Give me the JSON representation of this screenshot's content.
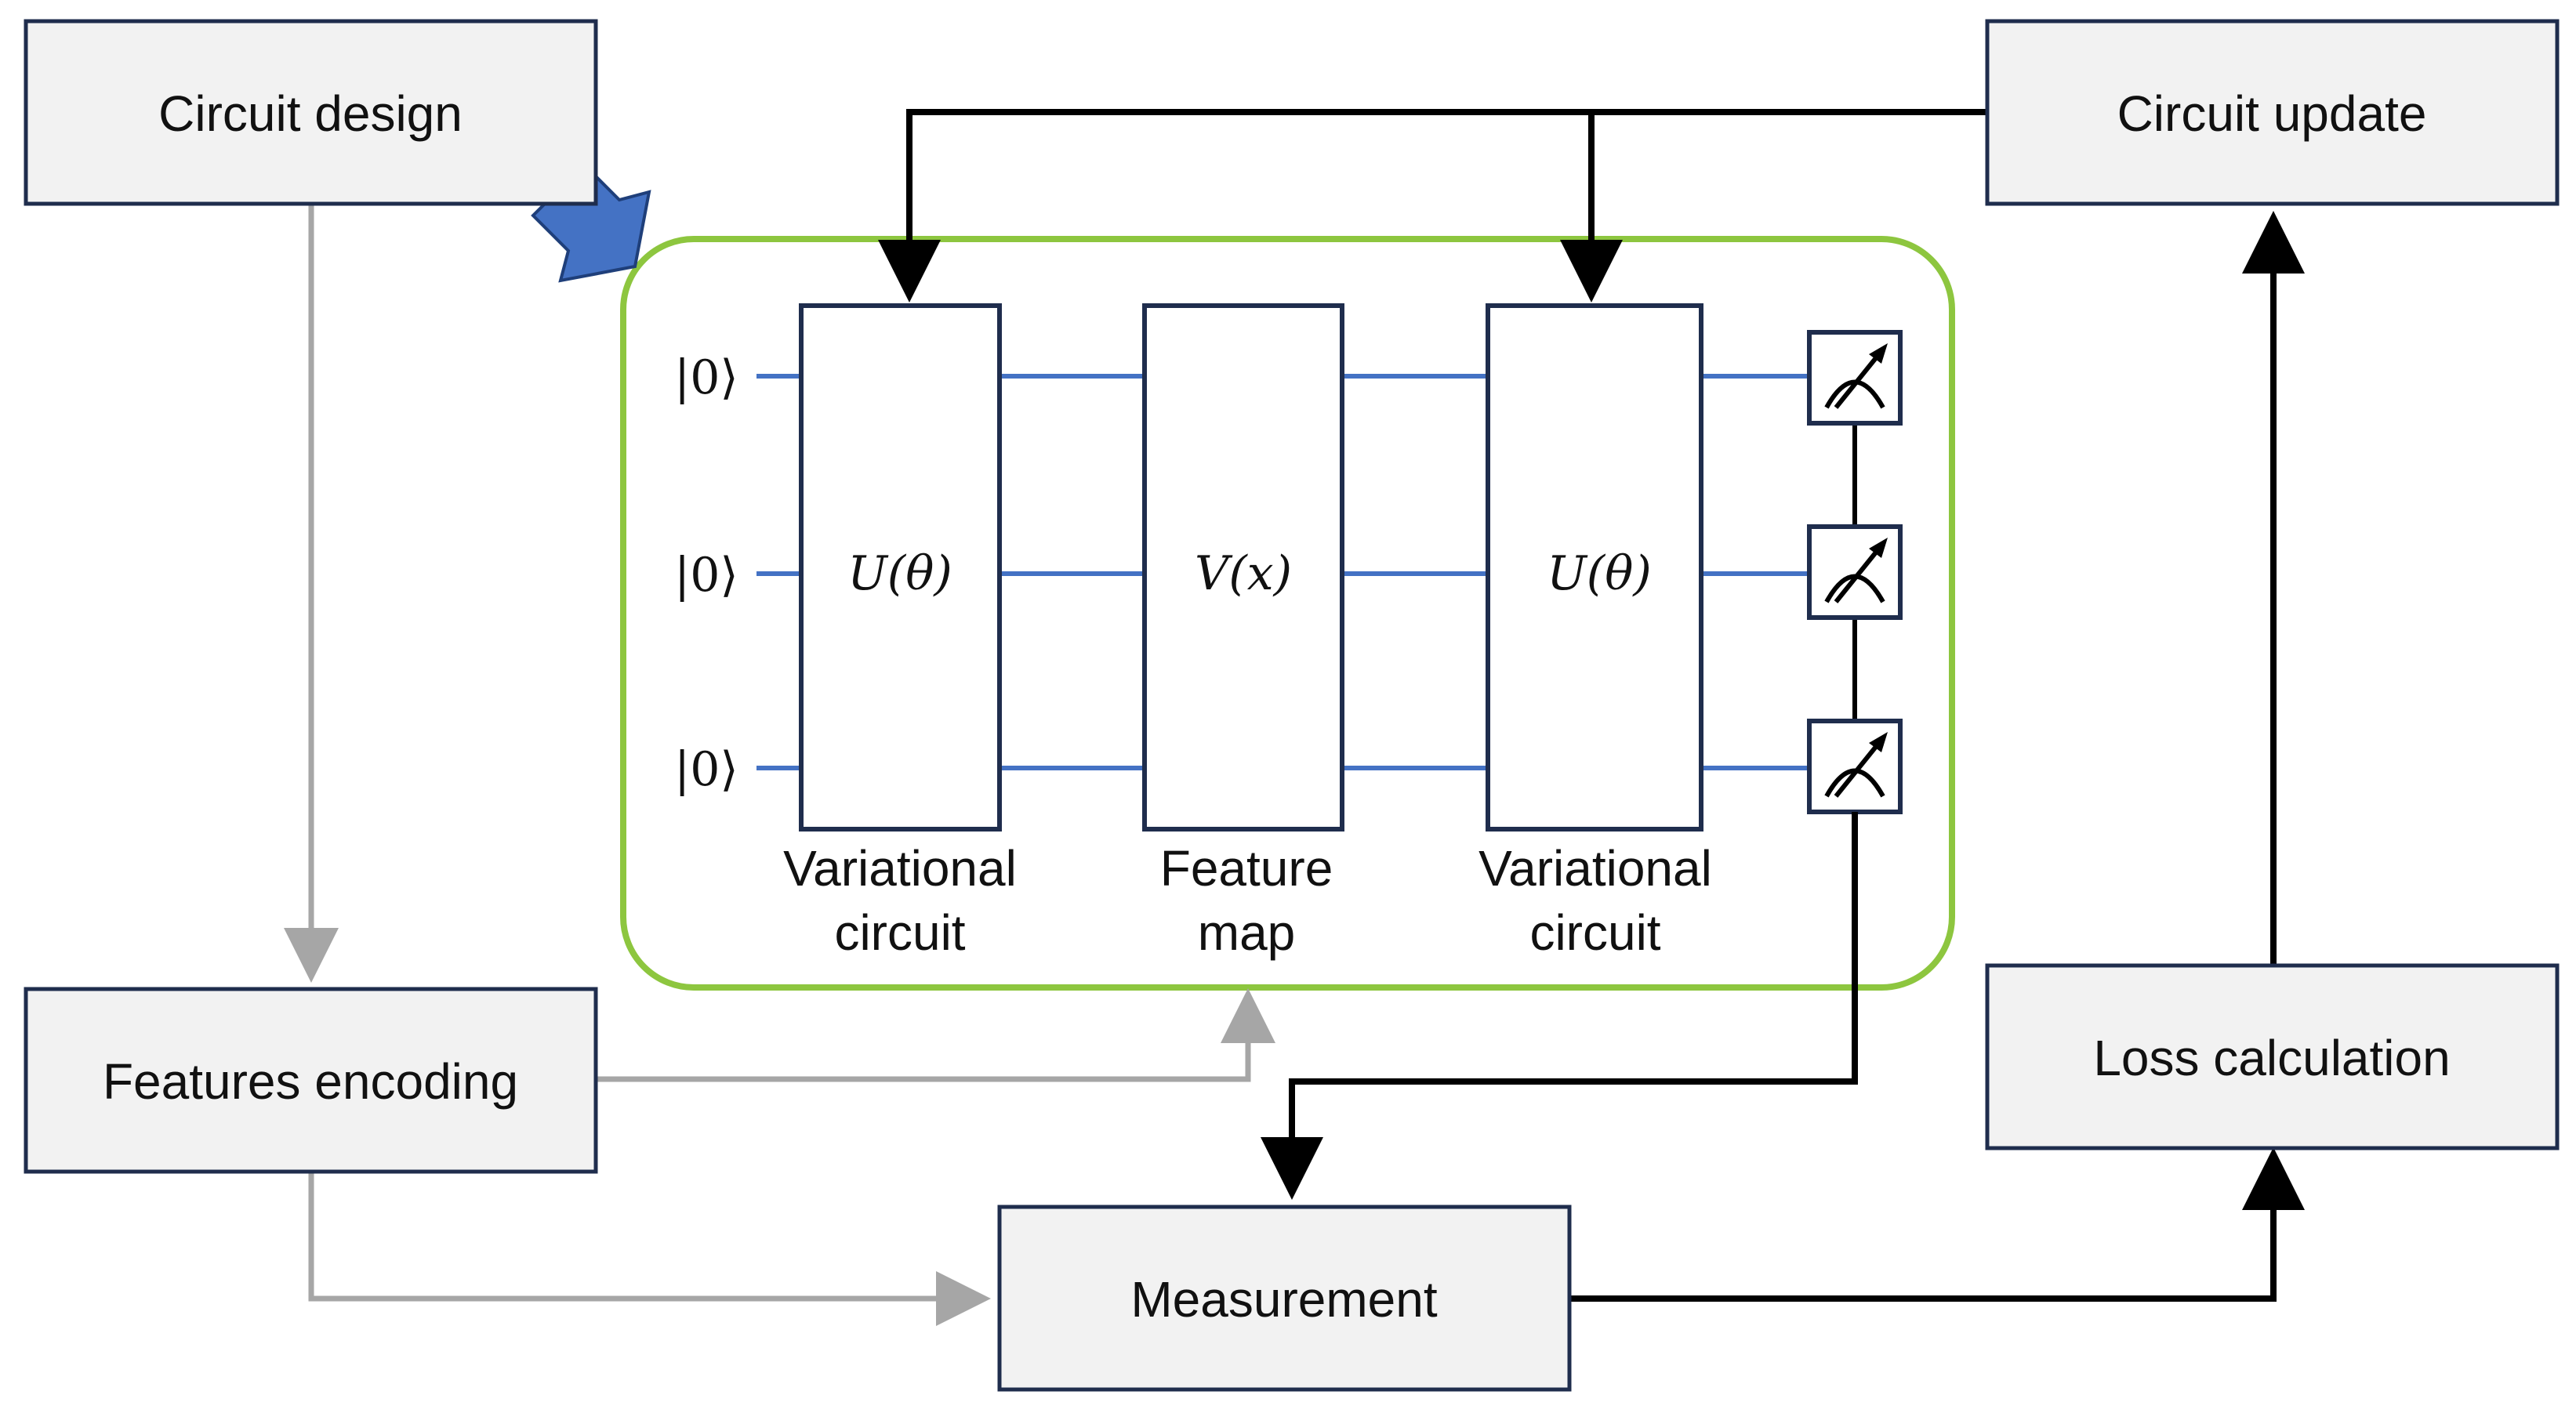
{
  "boxes": {
    "circuit_design": "Circuit design",
    "features_encoding": "Features encoding",
    "measurement": "Measurement",
    "circuit_update": "Circuit update",
    "loss_calculation": "Loss calculation"
  },
  "circuit": {
    "qubits": [
      "|0⟩",
      "|0⟩",
      "|0⟩"
    ],
    "gates": [
      {
        "symbol": "U(θ)",
        "label_line1": "Variational",
        "label_line2": "circuit"
      },
      {
        "symbol": "V(x)",
        "label_line1": "Feature",
        "label_line2": "map"
      },
      {
        "symbol": "U(θ)",
        "label_line1": "Variational",
        "label_line2": "circuit"
      }
    ]
  },
  "colors": {
    "box_fill": "#f2f2f2",
    "box_stroke": "#1f2d4d",
    "circuit_frame": "#8dc63f",
    "wire": "#4472c4",
    "gray_arrow": "#a6a6a6",
    "black_arrow": "#000000",
    "big_arrow": "#4472c4"
  }
}
